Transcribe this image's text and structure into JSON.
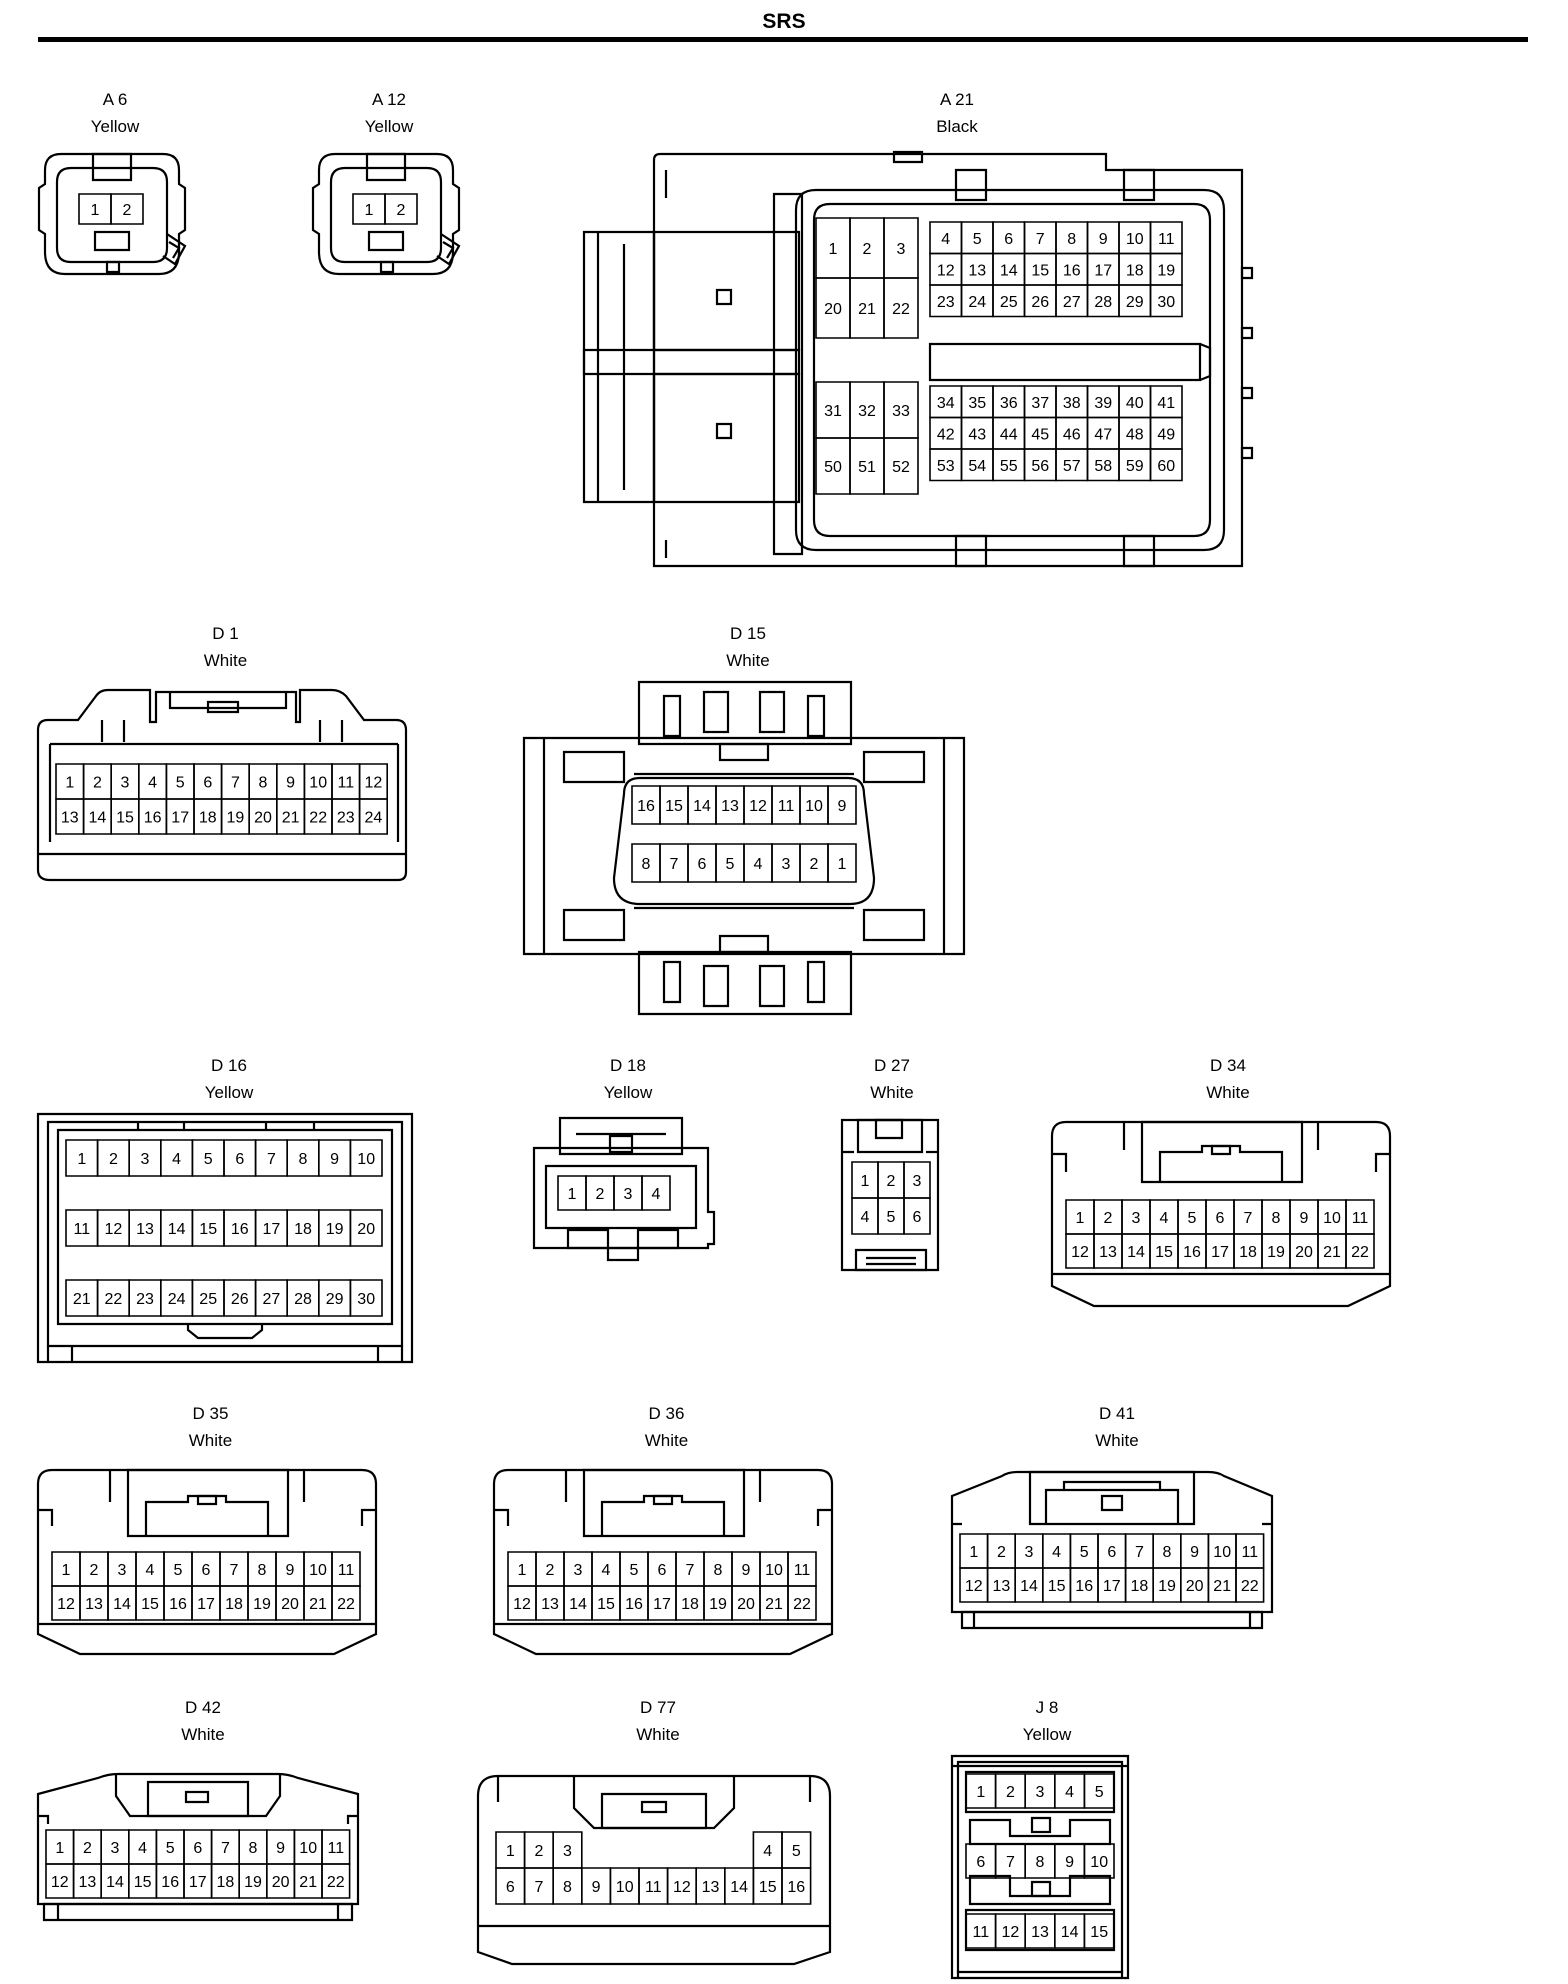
{
  "title": "SRS",
  "connectors": [
    {
      "code": "A 6",
      "color": "Yellow",
      "grids": [
        {
          "cells": [
            [
              "1",
              "2"
            ]
          ]
        }
      ]
    },
    {
      "code": "A 12",
      "color": "Yellow",
      "grids": [
        {
          "cells": [
            [
              "1",
              "2"
            ]
          ]
        }
      ]
    },
    {
      "code": "A 21",
      "color": "Black",
      "grids": [
        {
          "cells": [
            [
              "1",
              "2",
              "3"
            ],
            [
              "20",
              "21",
              "22"
            ]
          ]
        },
        {
          "cells": [
            [
              "4",
              "5",
              "6",
              "7",
              "8",
              "9",
              "10",
              "11"
            ],
            [
              "12",
              "13",
              "14",
              "15",
              "16",
              "17",
              "18",
              "19"
            ],
            [
              "23",
              "24",
              "25",
              "26",
              "27",
              "28",
              "29",
              "30"
            ]
          ]
        },
        {
          "cells": [
            [
              "31",
              "32",
              "33"
            ],
            [
              "50",
              "51",
              "52"
            ]
          ]
        },
        {
          "cells": [
            [
              "34",
              "35",
              "36",
              "37",
              "38",
              "39",
              "40",
              "41"
            ],
            [
              "42",
              "43",
              "44",
              "45",
              "46",
              "47",
              "48",
              "49"
            ],
            [
              "53",
              "54",
              "55",
              "56",
              "57",
              "58",
              "59",
              "60"
            ]
          ]
        }
      ]
    },
    {
      "code": "D 1",
      "color": "White",
      "grids": [
        {
          "cells": [
            [
              "1",
              "2",
              "3",
              "4",
              "5",
              "6",
              "7",
              "8",
              "9",
              "10",
              "11",
              "12"
            ],
            [
              "13",
              "14",
              "15",
              "16",
              "17",
              "18",
              "19",
              "20",
              "21",
              "22",
              "23",
              "24"
            ]
          ]
        }
      ]
    },
    {
      "code": "D 15",
      "color": "White",
      "grids": [
        {
          "cells": [
            [
              "16",
              "15",
              "14",
              "13",
              "12",
              "11",
              "10",
              "9"
            ]
          ]
        },
        {
          "cells": [
            [
              "8",
              "7",
              "6",
              "5",
              "4",
              "3",
              "2",
              "1"
            ]
          ]
        }
      ]
    },
    {
      "code": "D 16",
      "color": "Yellow",
      "grids": [
        {
          "cells": [
            [
              "1",
              "2",
              "3",
              "4",
              "5",
              "6",
              "7",
              "8",
              "9",
              "10"
            ]
          ]
        },
        {
          "cells": [
            [
              "11",
              "12",
              "13",
              "14",
              "15",
              "16",
              "17",
              "18",
              "19",
              "20"
            ]
          ]
        },
        {
          "cells": [
            [
              "21",
              "22",
              "23",
              "24",
              "25",
              "26",
              "27",
              "28",
              "29",
              "30"
            ]
          ]
        }
      ]
    },
    {
      "code": "D 18",
      "color": "Yellow",
      "grids": [
        {
          "cells": [
            [
              "1",
              "2",
              "3",
              "4"
            ]
          ]
        }
      ]
    },
    {
      "code": "D 27",
      "color": "White",
      "grids": [
        {
          "cells": [
            [
              "1",
              "2",
              "3"
            ],
            [
              "4",
              "5",
              "6"
            ]
          ]
        }
      ]
    },
    {
      "code": "D 34",
      "color": "White",
      "grids": [
        {
          "cells": [
            [
              "1",
              "2",
              "3",
              "4",
              "5",
              "6",
              "7",
              "8",
              "9",
              "10",
              "11"
            ],
            [
              "12",
              "13",
              "14",
              "15",
              "16",
              "17",
              "18",
              "19",
              "20",
              "21",
              "22"
            ]
          ]
        }
      ]
    },
    {
      "code": "D 35",
      "color": "White",
      "grids": [
        {
          "cells": [
            [
              "1",
              "2",
              "3",
              "4",
              "5",
              "6",
              "7",
              "8",
              "9",
              "10",
              "11"
            ],
            [
              "12",
              "13",
              "14",
              "15",
              "16",
              "17",
              "18",
              "19",
              "20",
              "21",
              "22"
            ]
          ]
        }
      ]
    },
    {
      "code": "D 36",
      "color": "White",
      "grids": [
        {
          "cells": [
            [
              "1",
              "2",
              "3",
              "4",
              "5",
              "6",
              "7",
              "8",
              "9",
              "10",
              "11"
            ],
            [
              "12",
              "13",
              "14",
              "15",
              "16",
              "17",
              "18",
              "19",
              "20",
              "21",
              "22"
            ]
          ]
        }
      ]
    },
    {
      "code": "D 41",
      "color": "White",
      "grids": [
        {
          "cells": [
            [
              "1",
              "2",
              "3",
              "4",
              "5",
              "6",
              "7",
              "8",
              "9",
              "10",
              "11"
            ],
            [
              "12",
              "13",
              "14",
              "15",
              "16",
              "17",
              "18",
              "19",
              "20",
              "21",
              "22"
            ]
          ]
        }
      ]
    },
    {
      "code": "D 42",
      "color": "White",
      "grids": [
        {
          "cells": [
            [
              "1",
              "2",
              "3",
              "4",
              "5",
              "6",
              "7",
              "8",
              "9",
              "10",
              "11"
            ],
            [
              "12",
              "13",
              "14",
              "15",
              "16",
              "17",
              "18",
              "19",
              "20",
              "21",
              "22"
            ]
          ]
        }
      ]
    },
    {
      "code": "D 77",
      "color": "White",
      "grids": [
        {
          "cells": [
            [
              "1",
              "2",
              "3",
              "",
              "",
              "",
              "",
              "",
              "",
              "4",
              "5"
            ],
            [
              "6",
              "7",
              "8",
              "9",
              "10",
              "11",
              "12",
              "13",
              "14",
              "15",
              "16"
            ]
          ]
        }
      ]
    },
    {
      "code": "J 8",
      "color": "Yellow",
      "grids": [
        {
          "cells": [
            [
              "1",
              "2",
              "3",
              "4",
              "5"
            ]
          ]
        },
        {
          "cells": [
            [
              "6",
              "7",
              "8",
              "9",
              "10"
            ]
          ]
        },
        {
          "cells": [
            [
              "11",
              "12",
              "13",
              "14",
              "15"
            ]
          ]
        }
      ]
    }
  ]
}
